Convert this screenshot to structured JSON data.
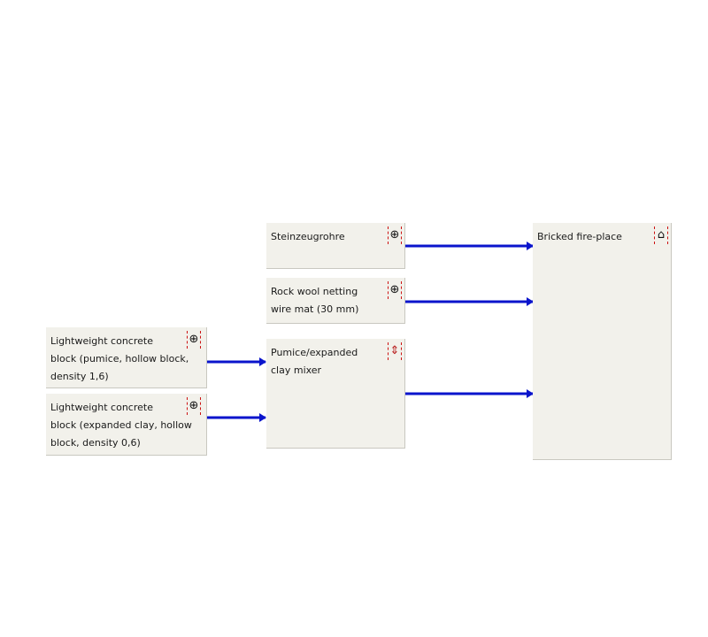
{
  "diagram": {
    "nodes": [
      {
        "id": "steinzeugrohre",
        "label": "Steinzeugrohre",
        "icon": "process-icon"
      },
      {
        "id": "rock-wool",
        "label": "Rock wool netting\nwire mat (30 mm)",
        "icon": "process-icon"
      },
      {
        "id": "lwc-pumice",
        "label": "Lightweight concrete\nblock (pumice, hollow block,\ndensity 1,6)",
        "icon": "process-icon"
      },
      {
        "id": "lwc-clay",
        "label": "Lightweight concrete\nblock (expanded clay, hollow\nblock, density 0,6)",
        "icon": "process-icon"
      },
      {
        "id": "mixer",
        "label": "Pumice/expanded\nclay mixer",
        "icon": "mixer-icon"
      },
      {
        "id": "fireplace",
        "label": "Bricked fire-place",
        "icon": "factory-icon"
      }
    ],
    "edges": [
      {
        "from": "steinzeugrohre",
        "to": "fireplace"
      },
      {
        "from": "rock-wool",
        "to": "fireplace"
      },
      {
        "from": "lwc-pumice",
        "to": "mixer"
      },
      {
        "from": "lwc-clay",
        "to": "mixer"
      },
      {
        "from": "mixer",
        "to": "fireplace"
      }
    ],
    "colors": {
      "arrow": "#0a14cc",
      "box": "#f2f1eb",
      "icon_border": "#cc1111"
    }
  }
}
